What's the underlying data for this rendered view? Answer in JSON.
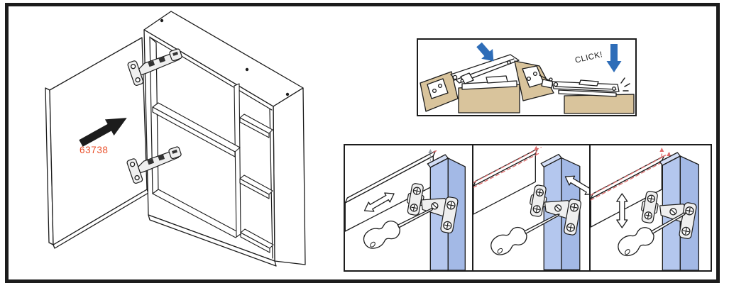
{
  "figure": {
    "part_number": "63738",
    "click_label": "CLICK!",
    "adjustment_step_count": 3
  },
  "colors": {
    "ink": "#1c1c1c",
    "wood": "#d9c49c",
    "arrow_blue": "#2e6db8",
    "door_blue": "#b4c7ee",
    "door_blue_side": "#a3b9e6",
    "door_blue_top": "#d3def6",
    "red_dash": "#e06a6a",
    "part_orange": "#ea512c",
    "metal_light": "#efefef"
  }
}
